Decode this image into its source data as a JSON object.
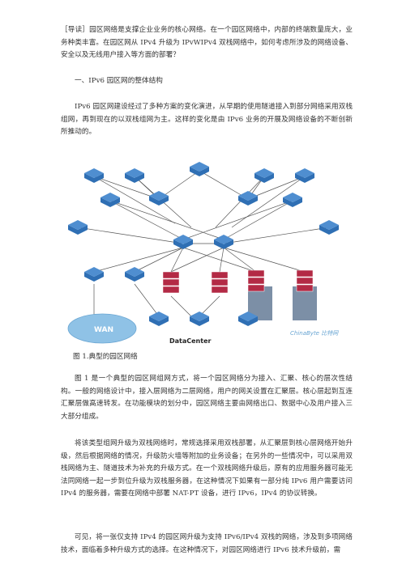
{
  "paragraphs": {
    "intro": "［导读］园区网络是支撑企业业务的核心网络。在一个园区网络中，内部的终端数量庞大，业务种类丰富。在园区网从 IPv4 升级为 IPvWIPv4 双栈网络中，如何考虑所涉及的网络设备、安全以及无线用户接入等方面的部署？",
    "heading1": "一、IPv6 园区网的整体结构",
    "p1": "IPv6 园区网建设经过了多种方案的变化演进，从早期的使用隧道接入到部分网络采用双栈组网，再到现在的以双栈组网为主。这样的变化是由 IPv6 业务的开展及网络设备的不断创新所推动的。",
    "caption": "图 1.典型的园区网络",
    "p2": "图 1 是一个典型的园区网组网方式，将一个园区网络分为接入、汇聚、核心的层次性结构。一般的网络设计中，接入层网络为二层网络，用户的网关设置在汇聚层。核心层起到互连汇聚层做高速转发。在功能模块的划分中，园区网络主要由网络出口、数据中心及用户接入三大部分组成。",
    "p3": "将该类型组网升级为双栈网络时，常规选择采用双栈部署，从汇聚层到核心层网络开始升级，然后根据网络的情况，升级防火墙等附加的业务设备；在另外的一些情况中，可以采用双栈网络为主、隧道技术为补充的升级方式。在一个双栈网络升级后，原有的应用服务器可能无法同网络一起一步到位升级为双栈服务器，在这种情况下如果有一部分纯 IPv6 用户需要访问 IPv4 的服务器，需要在网络中部署 NAT-PT 设备，进行 IPv6，IPv4 的协议转换。",
    "p4": "可见，将一张仅支持 IPv4 的园区网升级为支持 IPv6/IPv4 双栈的网络，涉及到多项网络技术，面临着多种升级方式的选择。在这种情况下，对园区网络进行 IPv6 技术升级前，需"
  },
  "figure": {
    "wan_label": "WAN",
    "datacenter_label": "DataCenter",
    "watermark": "ChinaByte 比特网",
    "colors": {
      "router": "#2f6fb4",
      "switch_top": "#4f8ed0",
      "server": "#b32a45",
      "cloud": "#8fc2e6",
      "line": "#555555"
    }
  }
}
